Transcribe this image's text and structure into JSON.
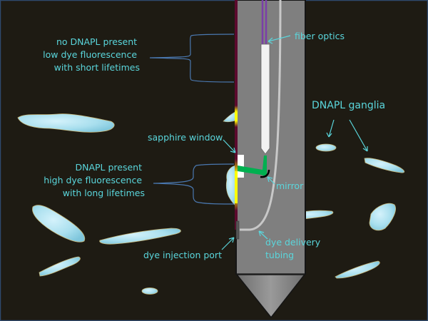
{
  "labels": {
    "no_dnapl": [
      "no DNAPL present",
      "low dye fluorescence",
      "with short lifetimes"
    ],
    "dnapl_present": [
      "DNAPL present",
      "high dye fluorescence",
      "with long lifetimes"
    ],
    "fiber_optics": "fiber optics",
    "sapphire_window": "sapphire window",
    "mirror": "mirror",
    "dnapl_ganglia": "DNAPL ganglia",
    "dye_injection_port": "dye injection port",
    "dye_delivery_tubing": [
      "dye delivery",
      "tubing"
    ]
  },
  "colors": {
    "background": "#1e1b13",
    "border": "#2f4a6e",
    "text": "#5ad6dc",
    "probe": "#7f7f7f",
    "probe_edge": "#151515",
    "brace": "#4a78b0",
    "fiber": "#7a3fa8",
    "light_path": "#00b050",
    "fluorescence": "#ffff00",
    "probe_sleeve": "#5c0a2e",
    "ganglia_fill": "#a9dfee",
    "ganglia_edge": "#c9b87a",
    "tubing": "#c8c8c8"
  }
}
